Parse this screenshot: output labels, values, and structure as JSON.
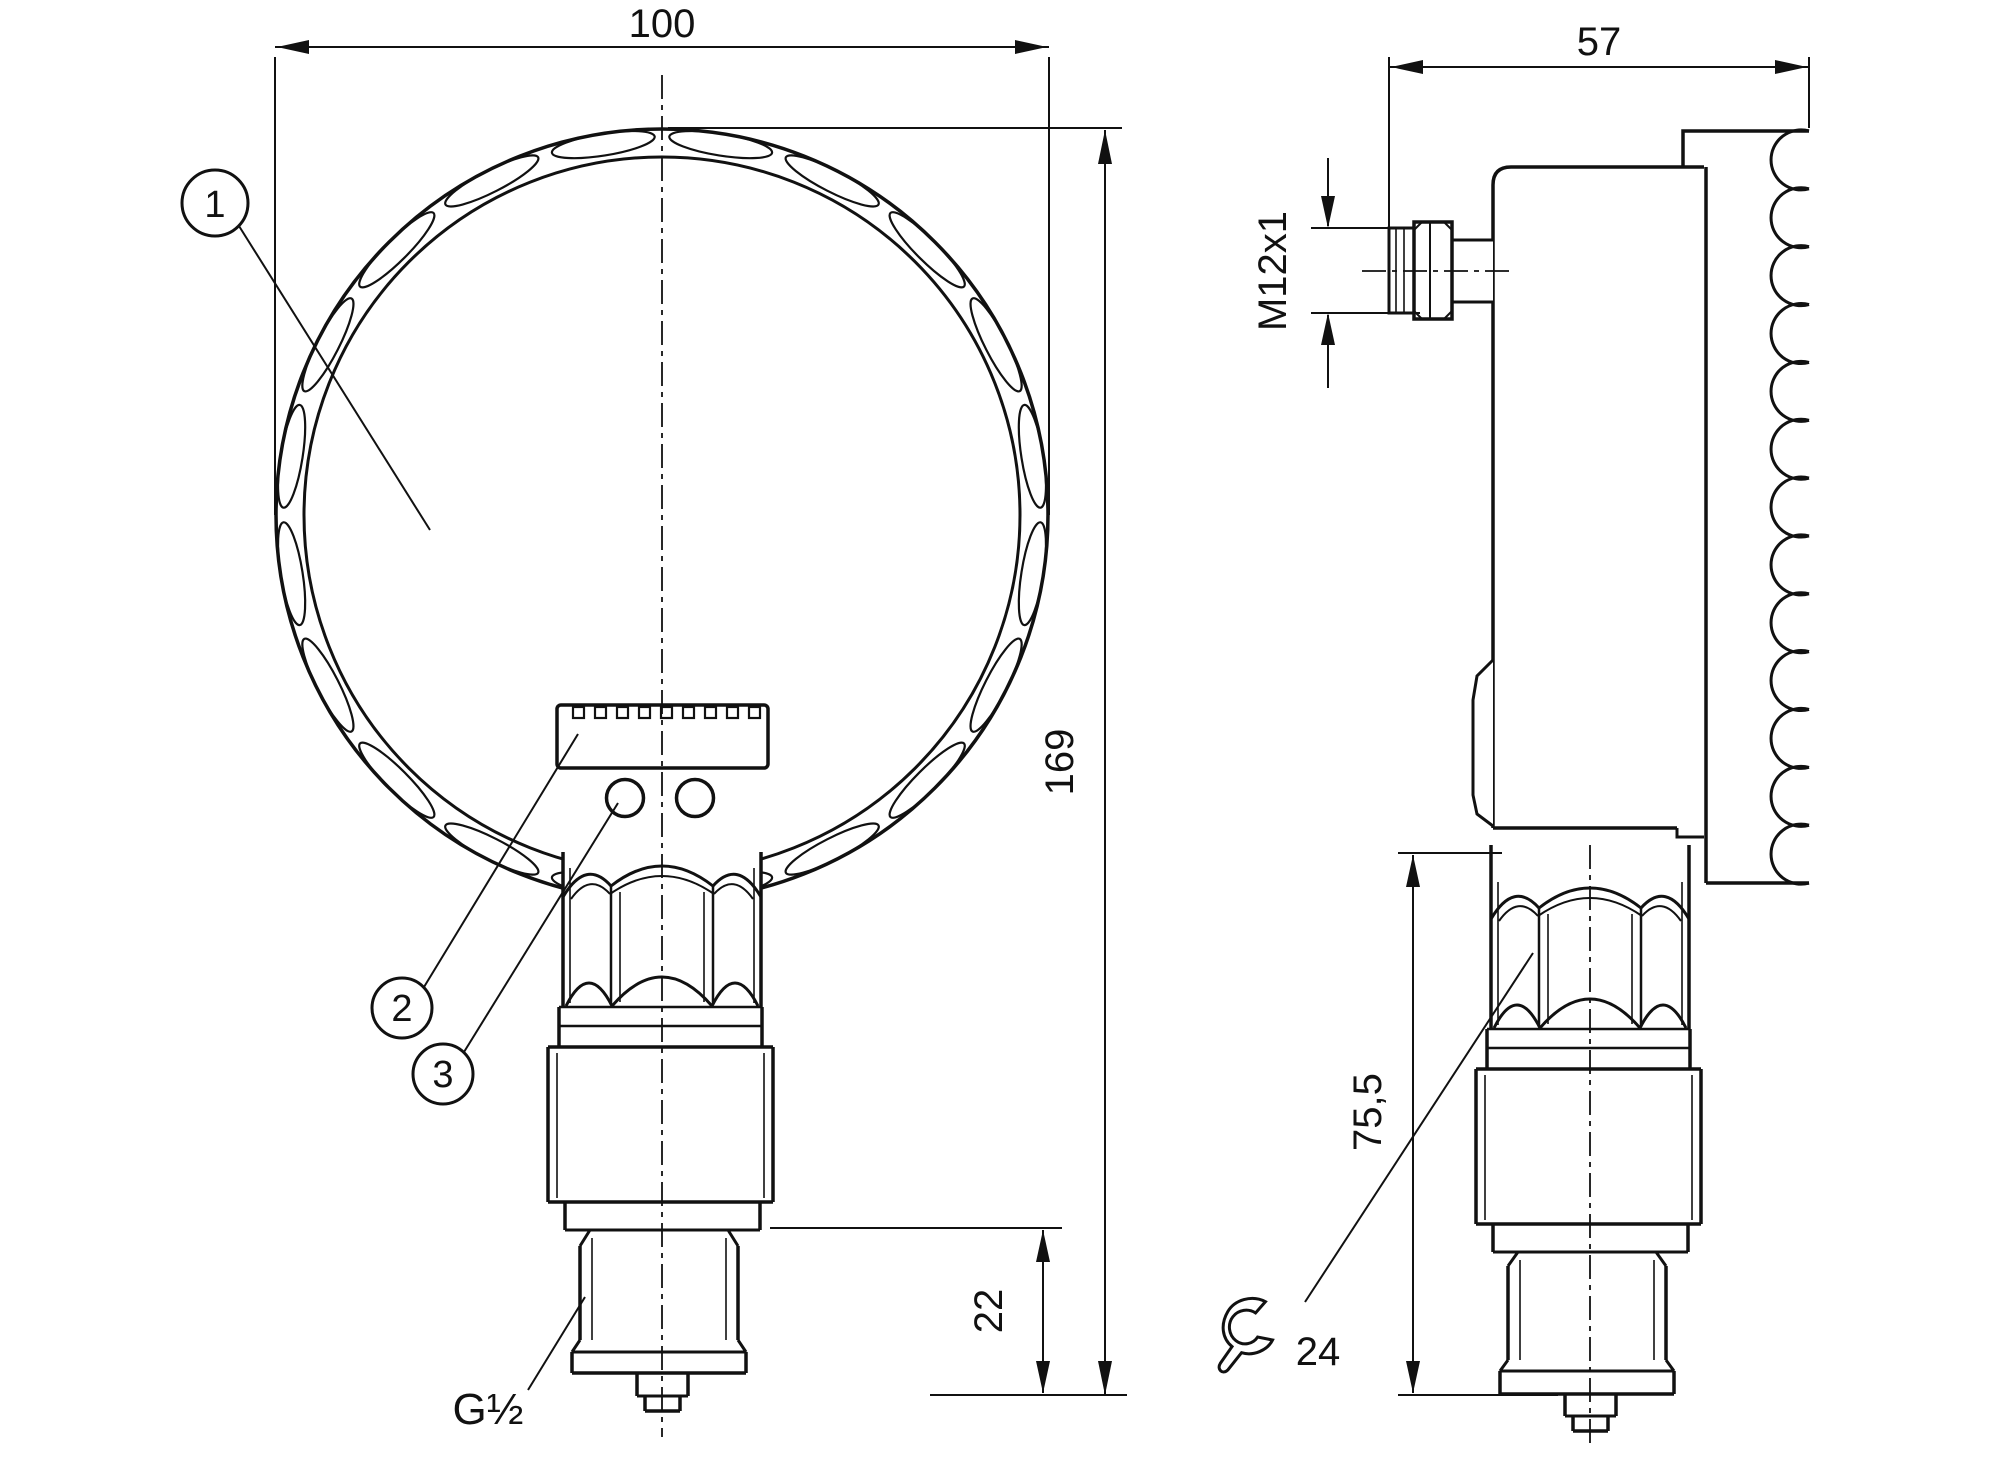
{
  "drawing": {
    "front_view": {
      "dim_width": "100",
      "dim_height": "169",
      "dim_thread_length": "22",
      "thread_label": "G½",
      "callouts": [
        "1",
        "2",
        "3"
      ]
    },
    "side_view": {
      "dim_depth": "57",
      "connector_label": "M12x1",
      "dim_lower_height": "75,5",
      "wrench_size": "24"
    },
    "colors": {
      "line": "#111111",
      "background": "#ffffff"
    }
  }
}
